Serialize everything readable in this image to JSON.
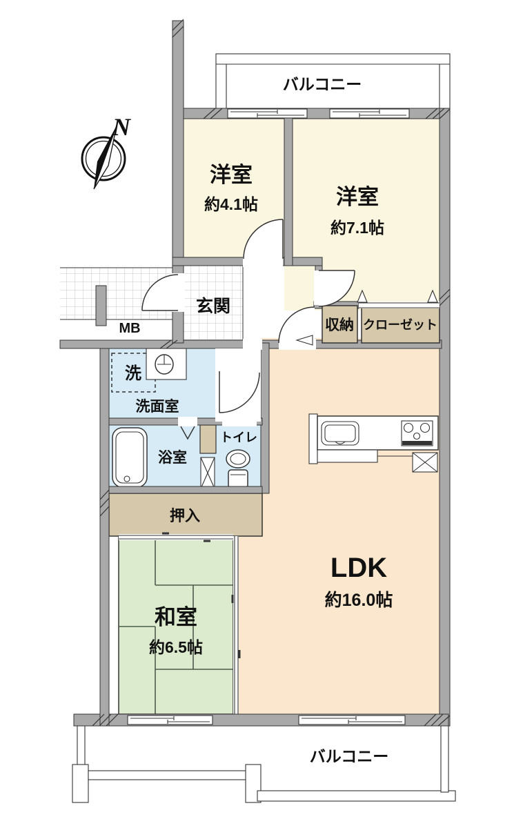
{
  "document": {
    "type": "apartment-floor-plan"
  },
  "colors": {
    "wall": "#A9A9A9",
    "western_room": "#FAF6DF",
    "ldk": "#FAE7CD",
    "japanese_room": "#DCEACD",
    "wet_area": "#D6EBF5",
    "closet": "#D6C8AA",
    "tile_line": "#C4C4C4",
    "outline": "#333333"
  },
  "compass": {
    "north": "N"
  },
  "balcony_top": {
    "label": "バルコニー"
  },
  "balcony_bottom": {
    "label": "バルコニー"
  },
  "rooms": {
    "western1": {
      "label": "洋室",
      "size": "約4.1帖"
    },
    "western2": {
      "label": "洋室",
      "size": "約7.1帖"
    },
    "japanese": {
      "label": "和室",
      "size": "約6.5帖"
    },
    "ldk": {
      "label": "LDK",
      "size": "約16.0帖"
    },
    "entrance": {
      "label": "玄関"
    },
    "meter_box": {
      "label": "MB"
    },
    "storage": {
      "label": "収納"
    },
    "closet": {
      "label": "クローゼット"
    },
    "washer": {
      "label": "洗"
    },
    "washroom": {
      "label": "洗面室"
    },
    "bathroom": {
      "label": "浴室"
    },
    "toilet": {
      "label": "トイレ"
    },
    "futon_closet": {
      "label": "押入"
    }
  }
}
